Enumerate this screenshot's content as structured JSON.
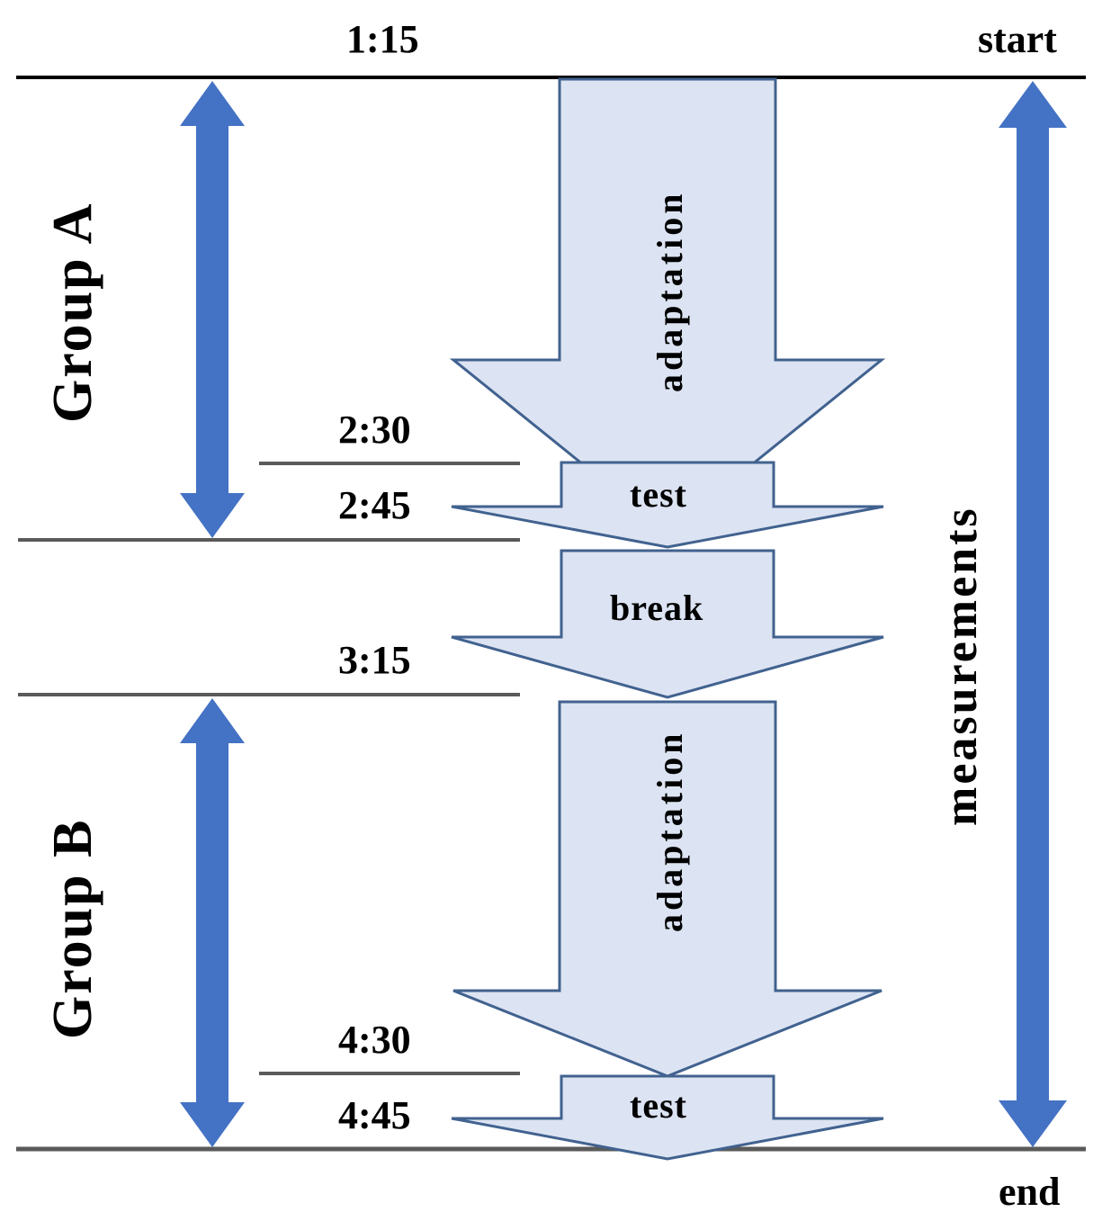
{
  "diagram": {
    "title_top_left_time": "1:15",
    "edge_labels": {
      "start": "start",
      "end": "end"
    },
    "groups": [
      {
        "id": "group-a",
        "label": "Group A"
      },
      {
        "id": "group-b",
        "label": "Group B"
      }
    ],
    "measurements_label": "measurements",
    "timeline_times": [
      {
        "id": "t-1-15",
        "value": "1:15"
      },
      {
        "id": "t-2-30",
        "value": "2:30"
      },
      {
        "id": "t-2-45",
        "value": "2:45"
      },
      {
        "id": "t-3-15",
        "value": "3:15"
      },
      {
        "id": "t-4-30",
        "value": "4:30"
      },
      {
        "id": "t-4-45",
        "value": "4:45"
      }
    ],
    "phases": [
      {
        "id": "phase-adaptation-a",
        "label": "adaptation",
        "group": "Group A",
        "orientation": "vertical"
      },
      {
        "id": "phase-test-a",
        "label": "test",
        "group": "Group A",
        "orientation": "horizontal"
      },
      {
        "id": "phase-break",
        "label": "break",
        "group": "between",
        "orientation": "horizontal"
      },
      {
        "id": "phase-adaptation-b",
        "label": "adaptation",
        "group": "Group B",
        "orientation": "vertical"
      },
      {
        "id": "phase-test-b",
        "label": "test",
        "group": "Group B",
        "orientation": "horizontal"
      }
    ],
    "colors": {
      "arrow_blue_fill": "#4472c4",
      "flow_arrow_fill": "#dce3f2",
      "flow_arrow_stroke": "#41628f",
      "rule_dark": "#000000",
      "rule_gray": "#595959",
      "text": "#000000"
    }
  }
}
